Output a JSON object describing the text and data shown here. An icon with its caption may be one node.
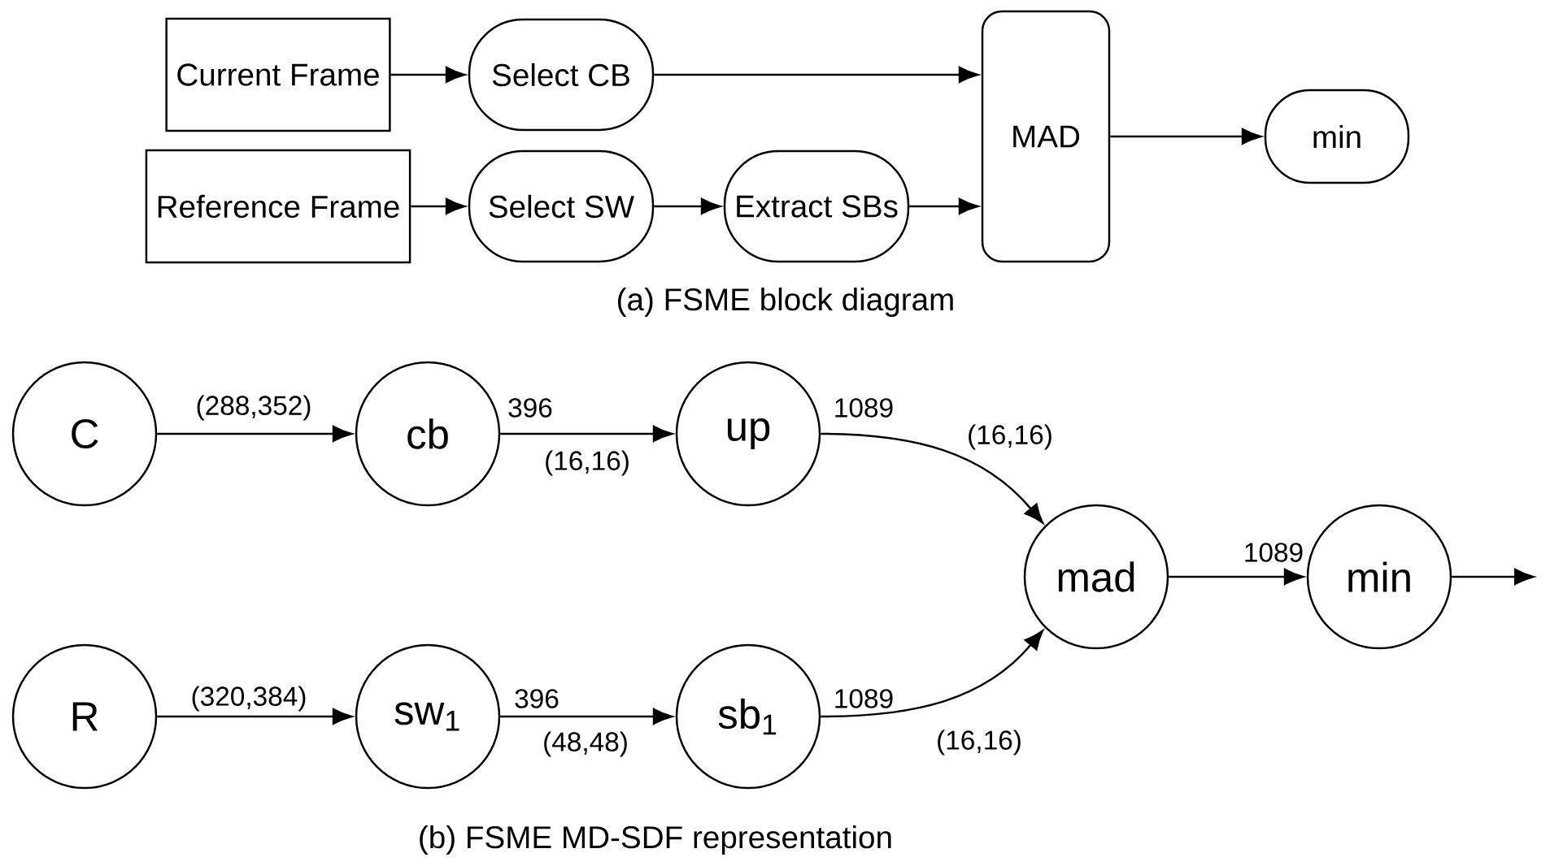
{
  "diagram": {
    "nodes": [
      {
        "text": [
          "Current Frame"
        ]
      },
      {
        "text": [
          "Select CB"
        ]
      },
      {
        "text": [
          "Reference Frame"
        ]
      },
      {
        "text": [
          "Select SW"
        ]
      },
      {
        "text": [
          "Extract SBs"
        ]
      },
      {
        "text": [
          "MAD"
        ]
      },
      {
        "text": [
          "min"
        ]
      },
      {
        "text": [
          "C"
        ]
      },
      {
        "text": [
          "cb"
        ]
      },
      {
        "text": [
          "up"
        ]
      },
      {
        "text": [
          "R"
        ]
      },
      {
        "text": [
          "sw$_{1}$"
        ]
      },
      {
        "text": [
          "sb$_{1}$"
        ]
      },
      {
        "text": [
          "mad"
        ]
      },
      {
        "text": [
          "min"
        ]
      }
    ],
    "edges": [
      {
        "from": 0,
        "to": 1,
        "arrow": "to"
      },
      {
        "from": 1,
        "to": 5,
        "arrow": "to"
      },
      {
        "from": 2,
        "to": 3,
        "arrow": "to"
      },
      {
        "from": 3,
        "to": 4,
        "arrow": "to"
      },
      {
        "from": 4,
        "to": 5,
        "arrow": "to"
      },
      {
        "from": 5,
        "to": 6,
        "arrow": "to"
      },
      {
        "from": 7,
        "to": 8,
        "arrow": "to",
        "label": "(288,352)"
      },
      {
        "from": 8,
        "to": 9,
        "arrow": "to",
        "label": "396"
      },
      {
        "from": 9,
        "to": 13,
        "arrow": "to",
        "label": "1089"
      },
      {
        "from": 13,
        "to": 14,
        "arrow": "to",
        "label": "1089"
      },
      {
        "from": 14,
        "to": null,
        "arrow": "to"
      },
      {
        "from": 10,
        "to": 11,
        "arrow": "to",
        "label": "(320,384)"
      },
      {
        "from": 11,
        "to": 12,
        "arrow": "to",
        "label": "396"
      },
      {
        "from": 12,
        "to": 13,
        "arrow": "to",
        "label": "1089"
      }
    ],
    "labels": [
      "(a) FSME block diagram",
      "(16,16)",
      "(16,16)",
      "(48,48)",
      "(16,16)",
      "(b) FSME MD-SDF representation"
    ]
  }
}
